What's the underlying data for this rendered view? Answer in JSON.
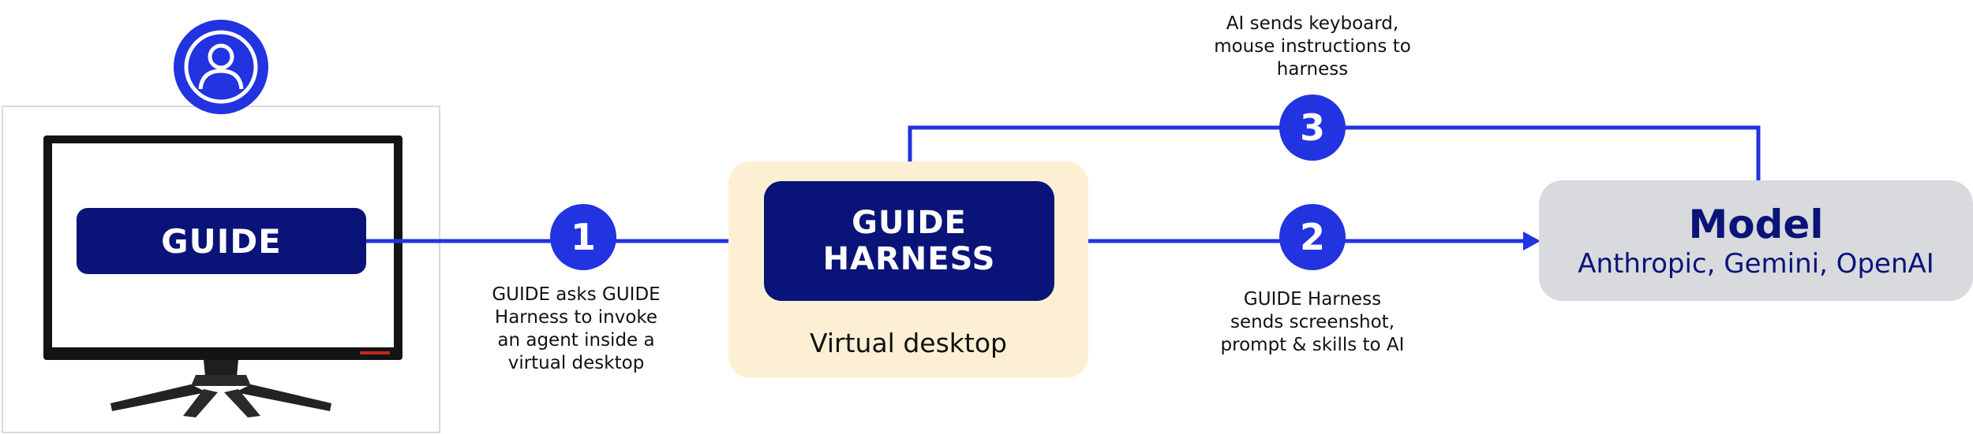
{
  "guide": {
    "label": "GUIDE"
  },
  "harness": {
    "line1": "GUIDE",
    "line2": "HARNESS",
    "area_label": "Virtual desktop"
  },
  "model": {
    "title": "Model",
    "providers": "Anthropic, Gemini, OpenAI"
  },
  "steps": [
    {
      "number": "1",
      "caption": [
        "GUIDE asks GUIDE",
        "Harness to invoke",
        "an agent inside a",
        "virtual desktop"
      ]
    },
    {
      "number": "2",
      "caption": [
        "GUIDE Harness",
        "sends screenshot,",
        "prompt & skills to AI"
      ]
    },
    {
      "number": "3",
      "caption": [
        "AI sends keyboard,",
        "mouse instructions to",
        "harness"
      ]
    }
  ],
  "icons": {
    "user": "user-icon",
    "monitor": "monitor-icon"
  },
  "colors": {
    "navy": "#0a1478",
    "accent": "#2233e0",
    "panel": "#fcefd3",
    "model": "#d8dadd"
  }
}
